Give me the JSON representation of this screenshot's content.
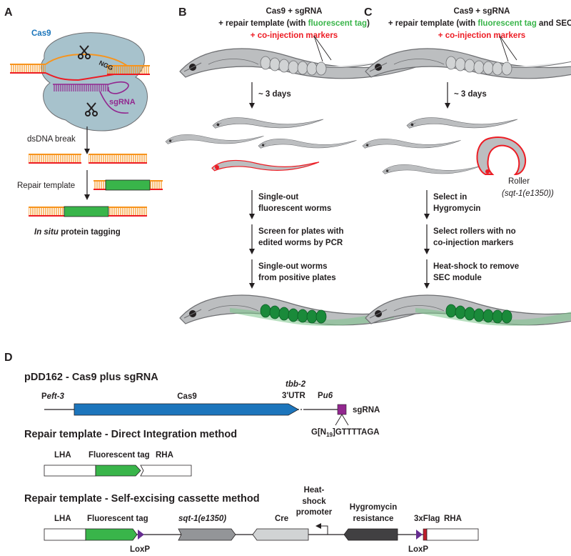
{
  "colors": {
    "cas9_fill": "#a7c2cc",
    "cas9_label": "#1b75bb",
    "sgrna": "#92278f",
    "dna_orange": "#f7941d",
    "dna_red": "#ed1c24",
    "repair_green": "#39b54a",
    "worm_gray": "#bcbec0",
    "worm_outline": "#6d6e71",
    "egg_green": "#1a8a3a",
    "roller_red": "#ed1c24",
    "cas9_gene_blue": "#1c75bc",
    "sgrna_box": "#92278f",
    "sqt_gray": "#939598",
    "cre_gray": "#d1d3d4",
    "hygro_dark": "#414042",
    "loxp_purple": "#662d91",
    "flag_red": "#be1e2d"
  },
  "panelA": {
    "letter": "A",
    "cas9": "Cas9",
    "ngg": "NGG",
    "sgrna": "sgRNA",
    "dsdna_break": "dsDNA break",
    "repair_template": "Repair template",
    "in_situ": "In situ",
    "protein_tagging": " protein tagging",
    "icons": [
      "scissors-icon",
      "scissors-icon"
    ]
  },
  "panelB": {
    "letter": "B",
    "line1": "Cas9 + sgRNA",
    "line2_pre": "+ repair template (with ",
    "line2_green": "fluorescent tag",
    "line2_post": ")",
    "line3": "+ co-injection markers",
    "days": "~ 3 days",
    "step1a": "Single-out",
    "step1b": "fluorescent worms",
    "step2a": "Screen for plates with",
    "step2b": "edited worms by PCR",
    "step3a": "Single-out worms",
    "step3b": "from positive plates"
  },
  "panelC": {
    "letter": "C",
    "line1": "Cas9 + sgRNA",
    "line2_pre": "+ repair template (with ",
    "line2_green": "fluorescent tag",
    "line2_post": " and SEC)",
    "line3": "+ co-injection markers",
    "days": "~ 3 days",
    "roller": "Roller",
    "roller_allele": "(sqt-1(e1350))",
    "step1a": "Select in",
    "step1b": "Hygromycin",
    "step2a": "Select rollers with no",
    "step2b": "co-injection markers",
    "step3a": "Heat-shock to remove",
    "step3b": "SEC module"
  },
  "panelD": {
    "letter": "D",
    "title1": "pDD162 - Cas9 plus sgRNA",
    "p_prefix": "P",
    "eft3": "eft-3",
    "cas9": "Cas9",
    "tbb2": "tbb-2",
    "utr": "3'UTR",
    "u6": "u6",
    "sgrna": "sgRNA",
    "seq_g": "G[N",
    "seq_sub": "19",
    "seq_rest": "]GTTTTAGA",
    "title2": "Repair template - Direct Integration method",
    "lha": "LHA",
    "ftag": "Fluorescent tag",
    "rha": "RHA",
    "title3": "Repair template - Self-excising cassette method",
    "sqt": "sqt-1(e1350)",
    "cre": "Cre",
    "hs1": "Heat-",
    "hs2": "shock",
    "hs3": "promoter",
    "hyg1": "Hygromycin",
    "hyg2": "resistance",
    "flag": "3xFlag",
    "loxp": "LoxP"
  }
}
